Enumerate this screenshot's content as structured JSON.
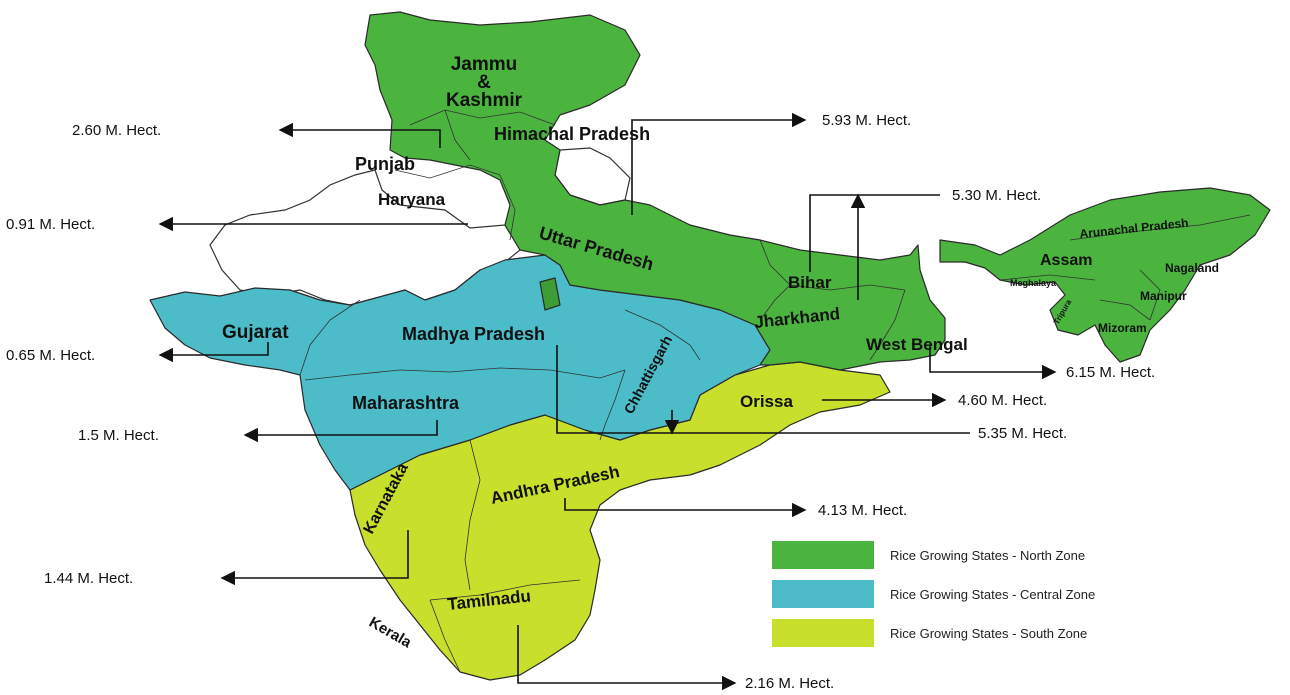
{
  "colors": {
    "north": "#4bb43f",
    "central": "#4bbcc8",
    "south": "#c8df2c",
    "north_dark": "#3d9e36"
  },
  "states": {
    "jammu_kashmir_1": "Jammu",
    "jammu_kashmir_2": "&",
    "jammu_kashmir_3": "Kashmir",
    "himachal": "Himachal Pradesh",
    "punjab": "Punjab",
    "haryana": "Haryana",
    "uttar_pradesh": "Uttar Pradesh",
    "bihar": "Bihar",
    "jharkhand": "Jharkhand",
    "west_bengal": "West Bengal",
    "arunachal": "Arunachal Pradesh",
    "assam": "Assam",
    "nagaland": "Nagaland",
    "meghalaya": "Meghalaya",
    "manipur": "Manipur",
    "mizoram": "Mizoram",
    "tripura": "Tripura",
    "gujarat": "Gujarat",
    "madhya_pradesh": "Madhya Pradesh",
    "chhattisgarh": "Chhattisgarh",
    "maharashtra": "Maharashtra",
    "orissa": "Orissa",
    "andhra": "Andhra Pradesh",
    "karnataka": "Karnataka",
    "tamilnadu": "Tamilnadu",
    "kerala": "Kerala"
  },
  "areas": {
    "punjab": "2.60 M. Hect.",
    "uttar_pradesh": "5.93 M. Hect.",
    "haryana": "0.91 M. Hect.",
    "bihar_jharkhand": "5.30 M. Hect.",
    "gujarat": "0.65 M. Hect.",
    "west_bengal": "6.15 M. Hect.",
    "orissa": "4.60 M. Hect.",
    "maharashtra": "1.5 M. Hect.",
    "mp_chhattisgarh": "5.35 M. Hect.",
    "andhra": "4.13 M. Hect.",
    "karnataka": "1.44 M. Hect.",
    "tamilnadu": "2.16 M. Hect."
  },
  "legend": {
    "north": "Rice Growing States - North Zone",
    "central": "Rice Growing States - Central Zone",
    "south": "Rice Growing States - South Zone"
  }
}
